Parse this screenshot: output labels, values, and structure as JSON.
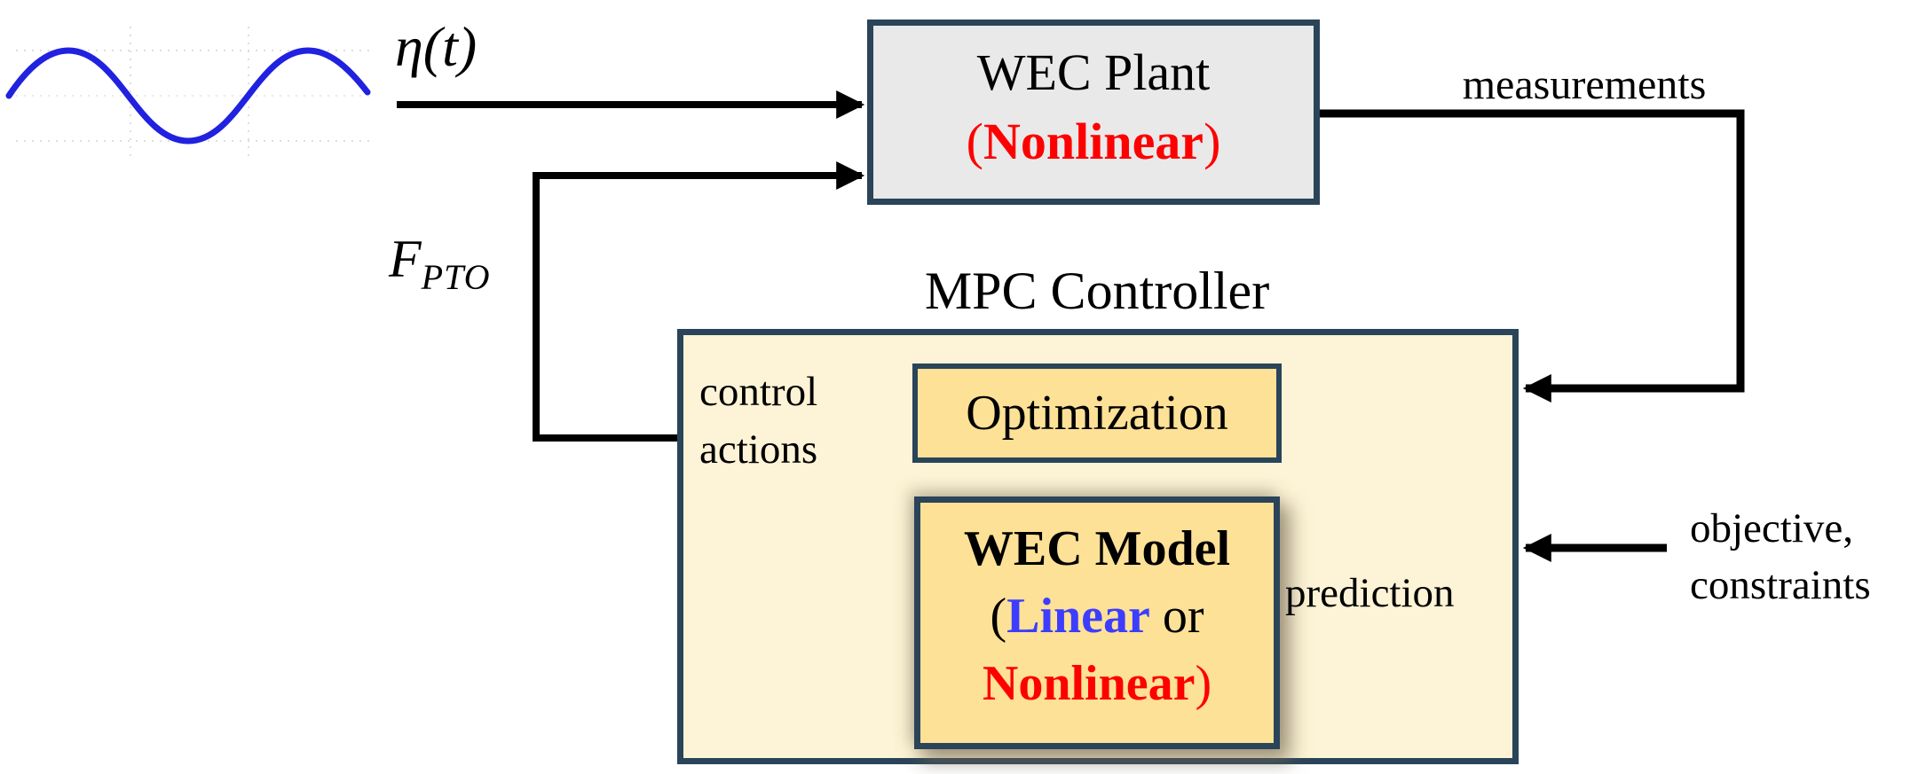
{
  "diagram": {
    "wave_input_label": "η(t)",
    "fpto_label": {
      "base": "F",
      "sub": "PTO"
    },
    "wec_plant": {
      "title": "WEC Plant",
      "subtitle_open": "(",
      "subtitle_word": "Nonlinear",
      "subtitle_close": ")"
    },
    "measurements_label": "measurements",
    "mpc_controller_title": "MPC Controller",
    "optimization_label": "Optimization",
    "wec_model": {
      "title": "WEC Model",
      "line2_open": "(",
      "line2_word": "Linear",
      "line2_rest": " or",
      "line3_word": "Nonlinear",
      "line3_close": ")"
    },
    "control_actions": {
      "line1": "control",
      "line2": "actions"
    },
    "prediction_label": "prediction",
    "objective_constraints": {
      "line1": "objective,",
      "line2": "constraints"
    }
  },
  "colors": {
    "navy": "#2a4459",
    "plant-fill": "#e9e9e9",
    "cream": "#fdf3d6",
    "golden": "#fde196",
    "wave-blue": "#2121e0",
    "linear-blue": "#3d3dff",
    "red": "#fe0000",
    "ink": "#000000"
  }
}
